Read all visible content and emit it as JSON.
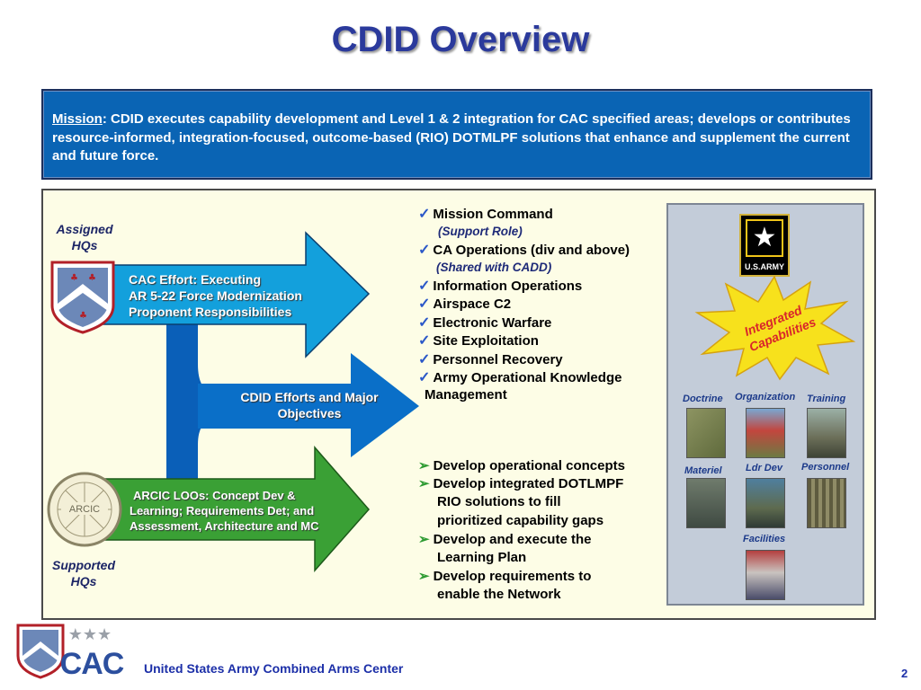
{
  "title": "CDID Overview",
  "mission": {
    "label": "Mission",
    "text": ": CDID executes capability development and Level 1 & 2 integration for CAC specified areas; develops or contributes resource-informed, integration-focused, outcome-based (RIO) DOTMLPF solutions that enhance and supplement the current and future force."
  },
  "left": {
    "assigned_hqs": [
      "Assigned",
      "HQs"
    ],
    "supported_hqs": [
      "Supported",
      "HQs"
    ],
    "cac_arrow": [
      "CAC Effort:  Executing",
      "AR 5-22 Force Modernization",
      "Proponent Responsibilities"
    ],
    "cdid_arrow": [
      "CDID  Efforts and Major",
      "Objectives"
    ],
    "arcic_arrow": [
      "ARCIC LOOs: Concept Dev &",
      "Learning; Requirements Det; and",
      "Assessment, Architecture and MC"
    ],
    "arcic_seal_text": "ARCIC"
  },
  "checklist": [
    {
      "text": "Mission Command"
    },
    {
      "sub": "(Support Role)"
    },
    {
      "text": "CA Operations (div and above)"
    },
    {
      "sub": "(Shared with CADD)"
    },
    {
      "text": "Information Operations"
    },
    {
      "text": "Airspace C2"
    },
    {
      "text": "Electronic Warfare"
    },
    {
      "text": "Site Exploitation"
    },
    {
      "text": "Personnel Recovery"
    },
    {
      "text": "Army Operational Knowledge"
    },
    {
      "cont": "Management"
    }
  ],
  "arrowlist": [
    {
      "text": "Develop operational concepts"
    },
    {
      "text": "Develop integrated DOTLMPF"
    },
    {
      "cont": "RIO solutions to fill"
    },
    {
      "cont": "prioritized capability gaps"
    },
    {
      "text": "Develop and execute the"
    },
    {
      "cont": "Learning Plan"
    },
    {
      "text": "Develop requirements to"
    },
    {
      "cont": "enable the Network"
    }
  ],
  "capabilities": {
    "army_logo_text": "U.S.ARMY",
    "burst_text": [
      "Integrated",
      "Capabilities"
    ],
    "labels": {
      "doctrine": "Doctrine",
      "organization": "Organization",
      "training": "Training",
      "materiel": "Materiel",
      "ldr_dev": "Ldr Dev",
      "personnel": "Personnel",
      "facilities": "Facilities"
    }
  },
  "footer": {
    "org": "United States Army Combined Arms Center",
    "logo_text": "CAC",
    "page": "2"
  },
  "colors": {
    "title": "#2b3a9c",
    "mission_bg": "#0a64b4",
    "cac_arrow": "#13a0dc",
    "cdid_arrow": "#0a6fc8",
    "arcic_arrow": "#3aa035",
    "burst": "#f7e11c",
    "burst_text": "#d9262b",
    "footer_text": "#1c2fa8"
  }
}
